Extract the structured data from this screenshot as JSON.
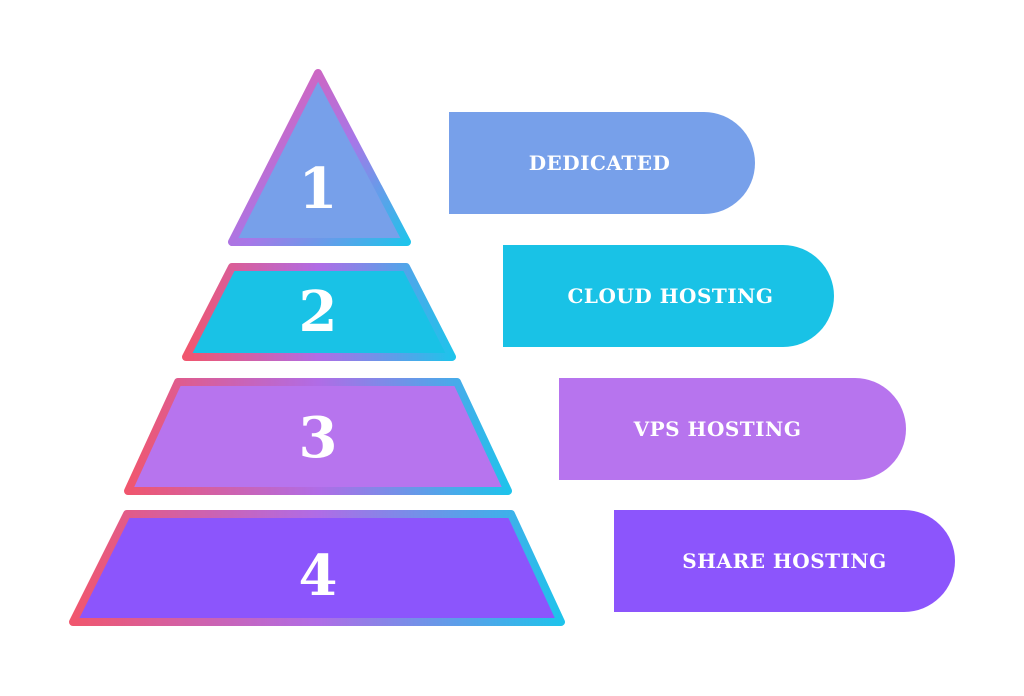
{
  "colors": {
    "tier_1": "#77A0EA",
    "tier_2": "#19C2E6",
    "tier_3": "#B774EE",
    "tier_4": "#8C55FC",
    "gradient_start": "#F0566E",
    "gradient_mid": "#B06CE6",
    "gradient_end": "#1FC3EB"
  },
  "tiers": [
    {
      "number": "1",
      "label": "DEDICATED"
    },
    {
      "number": "2",
      "label": "CLOUD HOSTING"
    },
    {
      "number": "3",
      "label": "VPS HOSTING"
    },
    {
      "number": "4",
      "label": "SHARE HOSTING"
    }
  ]
}
